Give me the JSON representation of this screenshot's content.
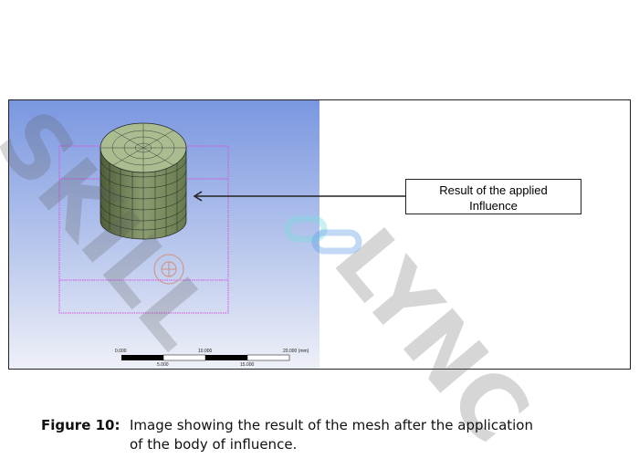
{
  "figure": {
    "callout": {
      "line1": "Result of the applied",
      "line2": "Influence"
    },
    "scale_bar": {
      "labels_top": [
        "0.000",
        "10.000",
        "20.000 (mm)"
      ],
      "labels_bottom": [
        "5.000",
        "15.000"
      ]
    }
  },
  "caption": {
    "label": "Figure 10:",
    "line1": "Image showing the result of the mesh after the application",
    "line2": "of the body of influence."
  },
  "watermark": {
    "text1": "SKILL",
    "text2": "LYNC"
  },
  "colors": {
    "mesh": "#9fb487",
    "bounding_box": "#d84de0",
    "background_top": "#7a97e0"
  }
}
